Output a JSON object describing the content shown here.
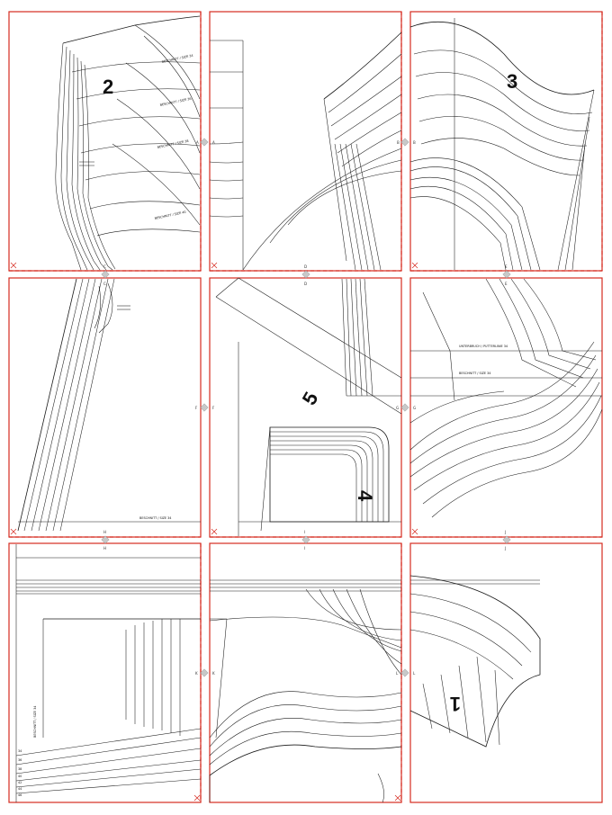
{
  "pieces": {
    "p2": "2",
    "p3": "3",
    "p4": "4",
    "p5": "5",
    "p1": "1"
  },
  "size_labels": [
    "34",
    "36",
    "38",
    "40",
    "42",
    "44",
    "46"
  ],
  "markers": [
    "A",
    "B",
    "C",
    "D",
    "E",
    "F",
    "G",
    "H",
    "I",
    "J",
    "K",
    "L"
  ],
  "grid": {
    "rows": 3,
    "cols": 3
  }
}
